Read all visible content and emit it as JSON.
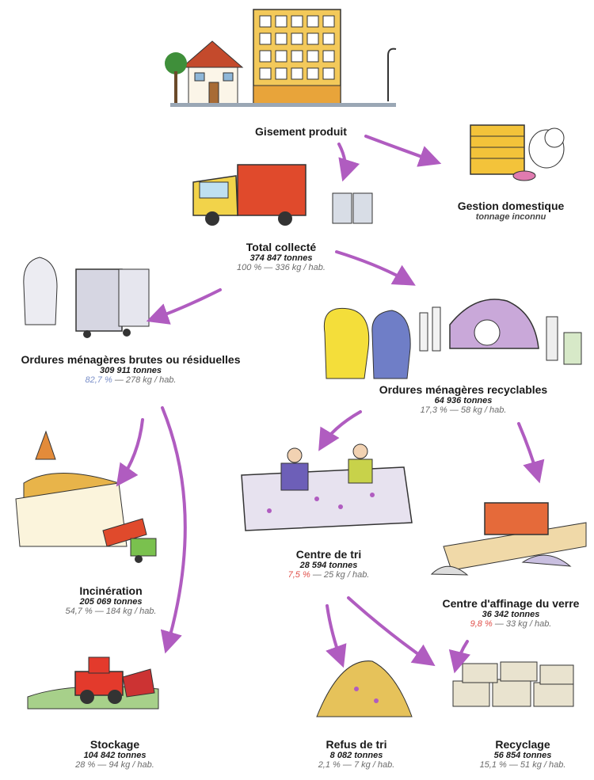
{
  "nodes": {
    "gisement": {
      "title": "Gisement produit"
    },
    "gestion": {
      "title": "Gestion domestique",
      "sub": "tonnage inconnu"
    },
    "total": {
      "title": "Total collecté",
      "tons": "374 847 tonnes",
      "pct": "100 %",
      "perhab": " — 336 kg / hab."
    },
    "brutes": {
      "title": "Ordures ménagères brutes ou résiduelles",
      "tons": "309 911 tonnes",
      "pct": "82,7 %",
      "perhab": " — 278 kg / hab."
    },
    "recyclables": {
      "title": "Ordures ménagères recyclables",
      "tons": "64 936 tonnes",
      "pct": "17,3 %",
      "perhab": " — 58 kg / hab."
    },
    "incineration": {
      "title": "Incinération",
      "tons": "205 069 tonnes",
      "pct": "54,7 %",
      "perhab": " — 184 kg / hab."
    },
    "tri": {
      "title": "Centre de tri",
      "tons": "28 594 tonnes",
      "pct": "7,5 %",
      "perhab": " — 25 kg / hab."
    },
    "verre": {
      "title": "Centre d'affinage du verre",
      "tons": "36 342 tonnes",
      "pct": "9,8 %",
      "perhab": " — 33 kg / hab."
    },
    "stockage": {
      "title": "Stockage",
      "tons": "104 842 tonnes",
      "pct": "28 %",
      "perhab": " — 94 kg / hab."
    },
    "refus": {
      "title": "Refus de tri",
      "tons": "8 082 tonnes",
      "pct": "2,1 %",
      "perhab": " — 7 kg / hab."
    },
    "recyclage": {
      "title": "Recyclage",
      "tons": "56 854 tonnes",
      "pct": "15,1 %",
      "perhab": " — 51 kg / hab."
    }
  },
  "colors": {
    "arrow": "#b05cc0",
    "pct_blue": "#7a8fc9",
    "pct_red": "#e0504a"
  },
  "illustrations": [
    "buildings-icon",
    "compost-dog-icon",
    "garbage-truck-icon",
    "bins-bags-icon",
    "recyclables-icon",
    "incinerator-icon",
    "sorting-belt-icon",
    "glass-refinery-icon",
    "bulldozer-landfill-icon",
    "refuse-pile-icon",
    "bales-icon"
  ]
}
